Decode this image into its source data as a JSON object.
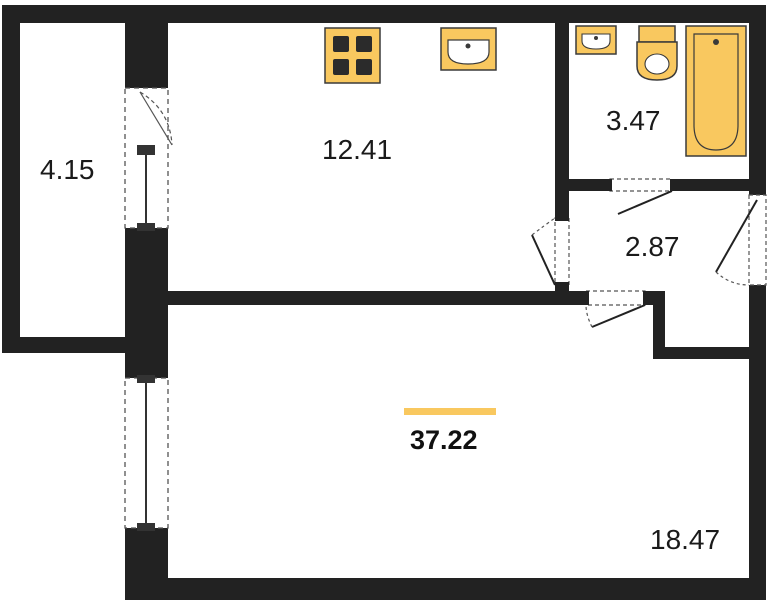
{
  "plan": {
    "rooms": [
      {
        "id": "balcony",
        "area": "4.15"
      },
      {
        "id": "kitchen",
        "area": "12.41"
      },
      {
        "id": "bathroom",
        "area": "3.47"
      },
      {
        "id": "hallway",
        "area": "2.87"
      },
      {
        "id": "living-room",
        "area": "18.47"
      }
    ],
    "total_area": "37.22"
  },
  "colors": {
    "wall": "#222222",
    "fixture_fill": "#f9c85f",
    "fixture_stroke": "#3a3a3a",
    "total_bar": "#f9c85f",
    "door_line": "#555555"
  },
  "icons": [
    "stove-icon",
    "kitchen-sink-icon",
    "washbasin-icon",
    "toilet-icon",
    "bathtub-icon"
  ]
}
